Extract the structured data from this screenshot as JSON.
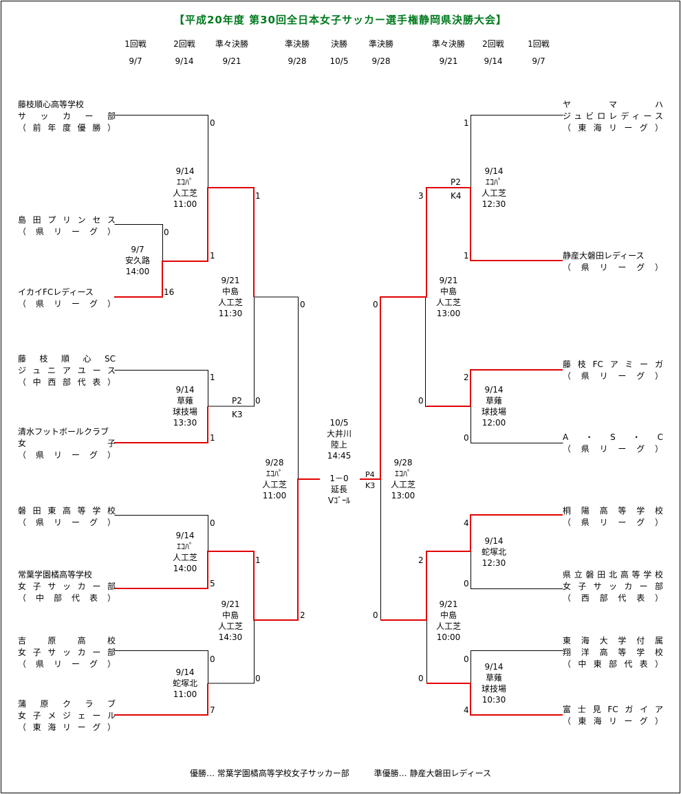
{
  "title": "【平成20年度 第30回全日本女子サッカー選手権静岡県決勝大会】",
  "header_rounds": [
    {
      "label": "1回戦",
      "date": "9/7"
    },
    {
      "label": "2回戦",
      "date": "9/14"
    },
    {
      "label": "準々決勝",
      "date": "9/21"
    },
    {
      "label": "準決勝",
      "date": "9/28"
    },
    {
      "label": "決勝",
      "date": "10/5"
    },
    {
      "label": "準決勝",
      "date": "9/28"
    },
    {
      "label": "準々決勝",
      "date": "9/21"
    },
    {
      "label": "2回戦",
      "date": "9/14"
    },
    {
      "label": "1回戦",
      "date": "9/7"
    }
  ],
  "teams_left": [
    [
      "藤枝順心高等学校",
      "サッカー部",
      "（前年度優勝）"
    ],
    [
      "島田プリンセス",
      "（県リーグ）"
    ],
    [
      "イカイFCレディース",
      "（県リーグ）"
    ],
    [
      "藤枝順心SC",
      "ジュニアユース",
      "（中西部代表）"
    ],
    [
      "清水フットボールクラブ",
      "女子",
      "（県リーグ）"
    ],
    [
      "磐田東高等学校",
      "（県リーグ）"
    ],
    [
      "常葉学園橘高等学校",
      "女子サッカー部",
      "（中部代表）"
    ],
    [
      "吉原高校",
      "女子サッカー部",
      "（県リーグ）"
    ],
    [
      "蒲原クラブ",
      "女子メジェール",
      "（東海リーグ）"
    ]
  ],
  "teams_right": [
    [
      "ヤマハ",
      "ジュビロレディース",
      "（東海リーグ）"
    ],
    [
      "静産大磐田レディース",
      "（県リーグ）"
    ],
    [
      "藤枝FCアミーガ",
      "（県リーグ）"
    ],
    [
      "A・S・C",
      "（県リーグ）"
    ],
    [
      "桐陽高等学校",
      "（県リーグ）"
    ],
    [
      "県立磐田北高等学校",
      "女子サッカー部",
      "（西部代表）"
    ],
    [
      "東海大学付属",
      "翔洋高等学校",
      "（中東部代表）"
    ],
    [
      "富士見FCガイア",
      "（東海リーグ）"
    ]
  ],
  "scores": {
    "l_r1": [
      "0",
      "16"
    ],
    "l_r2": [
      "0",
      "1",
      "1",
      "1",
      "0",
      "5",
      "0",
      "7"
    ],
    "l_qf": [
      "1",
      "0",
      "1",
      "0"
    ],
    "l_sf": [
      "0",
      "2"
    ],
    "l_pk": [
      "P2",
      "K3"
    ],
    "r_r2": [
      "1",
      "1",
      "2",
      "0",
      "4",
      "0",
      "0",
      "4"
    ],
    "r_qf": [
      "3",
      "0",
      "2",
      "0"
    ],
    "r_sf": [
      "0",
      "0"
    ],
    "r_pk": [
      "P2",
      "K4"
    ],
    "final_pk": [
      "P4",
      "K3"
    ]
  },
  "venues": {
    "l_r1": [
      "9/7",
      "安久路",
      "14:00"
    ],
    "l_r2a": [
      "9/14",
      "ｴｺﾊﾟ",
      "人工芝",
      "11:00"
    ],
    "l_r2b": [
      "9/14",
      "草薙",
      "球技場",
      "13:30"
    ],
    "l_r2c": [
      "9/14",
      "ｴｺﾊﾟ",
      "人工芝",
      "14:00"
    ],
    "l_r2d": [
      "9/14",
      "蛇塚北",
      "11:00"
    ],
    "l_qfa": [
      "9/21",
      "中島",
      "人工芝",
      "11:30"
    ],
    "l_qfb": [
      "9/21",
      "中島",
      "人工芝",
      "14:30"
    ],
    "l_sf": [
      "9/28",
      "ｴｺﾊﾟ",
      "人工芝",
      "11:00"
    ],
    "final": [
      "10/5",
      "大井川",
      "陸上",
      "14:45"
    ],
    "final_score": [
      "1－0",
      "延長",
      "Vｺﾞｰﾙ"
    ],
    "r_sf": [
      "9/28",
      "ｴｺﾊﾟ",
      "人工芝",
      "13:00"
    ],
    "r_qfa": [
      "9/21",
      "中島",
      "人工芝",
      "13:00"
    ],
    "r_qfb": [
      "9/21",
      "中島",
      "人工芝",
      "10:00"
    ],
    "r_r2a": [
      "9/14",
      "ｴｺﾊﾟ",
      "人工芝",
      "12:30"
    ],
    "r_r2b": [
      "9/14",
      "草薙",
      "球技場",
      "12:00"
    ],
    "r_r2c": [
      "9/14",
      "蛇塚北",
      "12:30"
    ],
    "r_r2d": [
      "9/14",
      "草薙",
      "球技場",
      "10:30"
    ]
  },
  "footer": {
    "winner": "優勝… 常葉学園橘高等学校女子サッカー部",
    "runner_up": "準優勝… 静産大磐田レディース"
  },
  "colors": {
    "title": "#007a1e",
    "winner_line": "#e00000",
    "line": "#000000"
  }
}
